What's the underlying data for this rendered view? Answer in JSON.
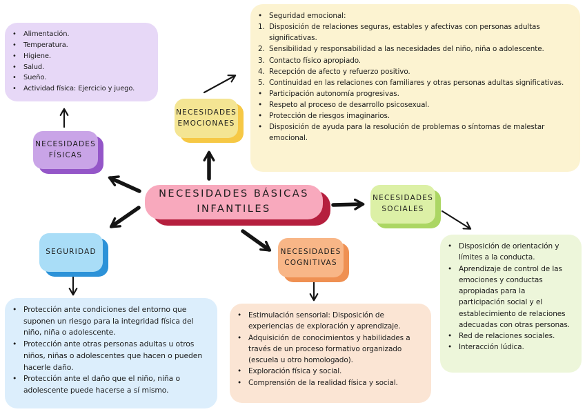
{
  "center": {
    "label": "NECESIDADES BÁSICAS INFANTILES"
  },
  "colors": {
    "center_fill": "#f8a9bd",
    "center_shadow": "#b51f3e",
    "fisicas_fill": "#c9a4e7",
    "fisicas_shadow": "#9456c8",
    "fisicas_detail": "#e7d8f7",
    "emocionales_fill": "#f4e593",
    "emocionales_shadow": "#f6c845",
    "emocionales_detail": "#fcf3d1",
    "sociales_fill": "#dcf0a6",
    "sociales_shadow": "#abd663",
    "sociales_detail": "#edf6da",
    "seguridad_fill": "#a9ddf7",
    "seguridad_shadow": "#2c92d8",
    "seguridad_detail": "#dceefc",
    "cognitivas_fill": "#f8b687",
    "cognitivas_shadow": "#ef9052",
    "cognitivas_detail": "#fbe5d4",
    "arrow": "#151515"
  },
  "branches": {
    "fisicas": {
      "label": "NECESIDADES FÍSICAS",
      "items": [
        {
          "m": "•",
          "t": "Alimentación."
        },
        {
          "m": "•",
          "t": "Temperatura."
        },
        {
          "m": "•",
          "t": "Higiene."
        },
        {
          "m": "•",
          "t": "Salud."
        },
        {
          "m": "•",
          "t": "Sueño."
        },
        {
          "m": "•",
          "t": "Actividad física: Ejercicio y juego."
        }
      ]
    },
    "emocionales": {
      "label": "NECESIDADES EMOCIONAES",
      "items": [
        {
          "m": "•",
          "t": "Seguridad emocional:"
        },
        {
          "m": "1.",
          "t": "Disposición de relaciones seguras, estables y afectivas con personas adultas significativas."
        },
        {
          "m": "2.",
          "t": "Sensibilidad y responsabilidad a las necesidades del niño, niña o adolescente."
        },
        {
          "m": "3.",
          "t": "Contacto físico apropiado."
        },
        {
          "m": "4.",
          "t": "Recepción de afecto y refuerzo positivo."
        },
        {
          "m": "5.",
          "t": "Continuidad en las relaciones con familiares y otras personas adultas significativas."
        },
        {
          "m": "•",
          "t": "Participación autonomía progresivas."
        },
        {
          "m": "•",
          "t": "Respeto al proceso de desarrollo psicosexual."
        },
        {
          "m": "•",
          "t": "Protección de riesgos imaginarios."
        },
        {
          "m": "•",
          "t": "Disposición de ayuda para la resolución de problemas o síntomas de malestar emocional."
        }
      ]
    },
    "sociales": {
      "label": "NECESIDADES SOCIALES",
      "items": [
        {
          "m": "•",
          "t": "Disposición de orientación y límites a la conducta."
        },
        {
          "m": "•",
          "t": "Aprendizaje de control de las emociones y conductas apropiadas para la participación social y el establecimiento de relaciones adecuadas con otras personas."
        },
        {
          "m": "•",
          "t": "Red de relaciones sociales."
        },
        {
          "m": "•",
          "t": "Interacción lúdica."
        }
      ]
    },
    "seguridad": {
      "label": "SEGURIDAD",
      "items": [
        {
          "m": "•",
          "t": "Protección ante condiciones del entorno que suponen un riesgo para la integridad física del niño, niña o adolescente."
        },
        {
          "m": "•",
          "t": "Protección ante otras personas adultas u otros niños, niñas o adolescentes que hacen o pueden hacerle daño."
        },
        {
          "m": "•",
          "t": "Protección ante el daño que el niño, niña o adolescente puede hacerse a sí mismo."
        }
      ]
    },
    "cognitivas": {
      "label": "NECESIDADES COGNITIVAS",
      "items": [
        {
          "m": "•",
          "t": "Estimulación sensorial: Disposición de experiencias de exploración y aprendizaje."
        },
        {
          "m": "•",
          "t": "Adquisición de conocimientos y habilidades a través de un proceso formativo organizado (escuela u otro homologado)."
        },
        {
          "m": "•",
          "t": "Exploración física y social."
        },
        {
          "m": "•",
          "t": "Comprensión de la realidad física y social."
        }
      ]
    }
  }
}
